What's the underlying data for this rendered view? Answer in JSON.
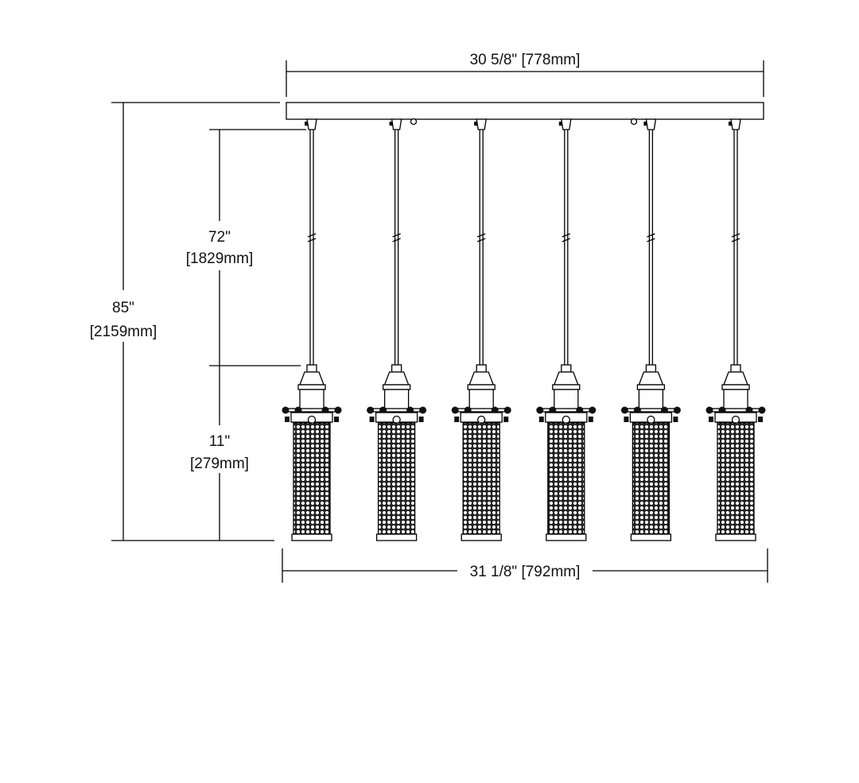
{
  "dimensions": {
    "canopy_width": "30 5/8\" [778mm]",
    "overall_width": "31 1/8\" [792mm]",
    "overall_height_in": "85\"",
    "overall_height_mm": "[2159mm]",
    "cord_length_in": "72\"",
    "cord_length_mm": "[1829mm]",
    "shade_height_in": "11\"",
    "shade_height_mm": "[279mm]"
  },
  "pendant_count": 6,
  "colors": {
    "line": "#000000",
    "background": "#ffffff"
  }
}
